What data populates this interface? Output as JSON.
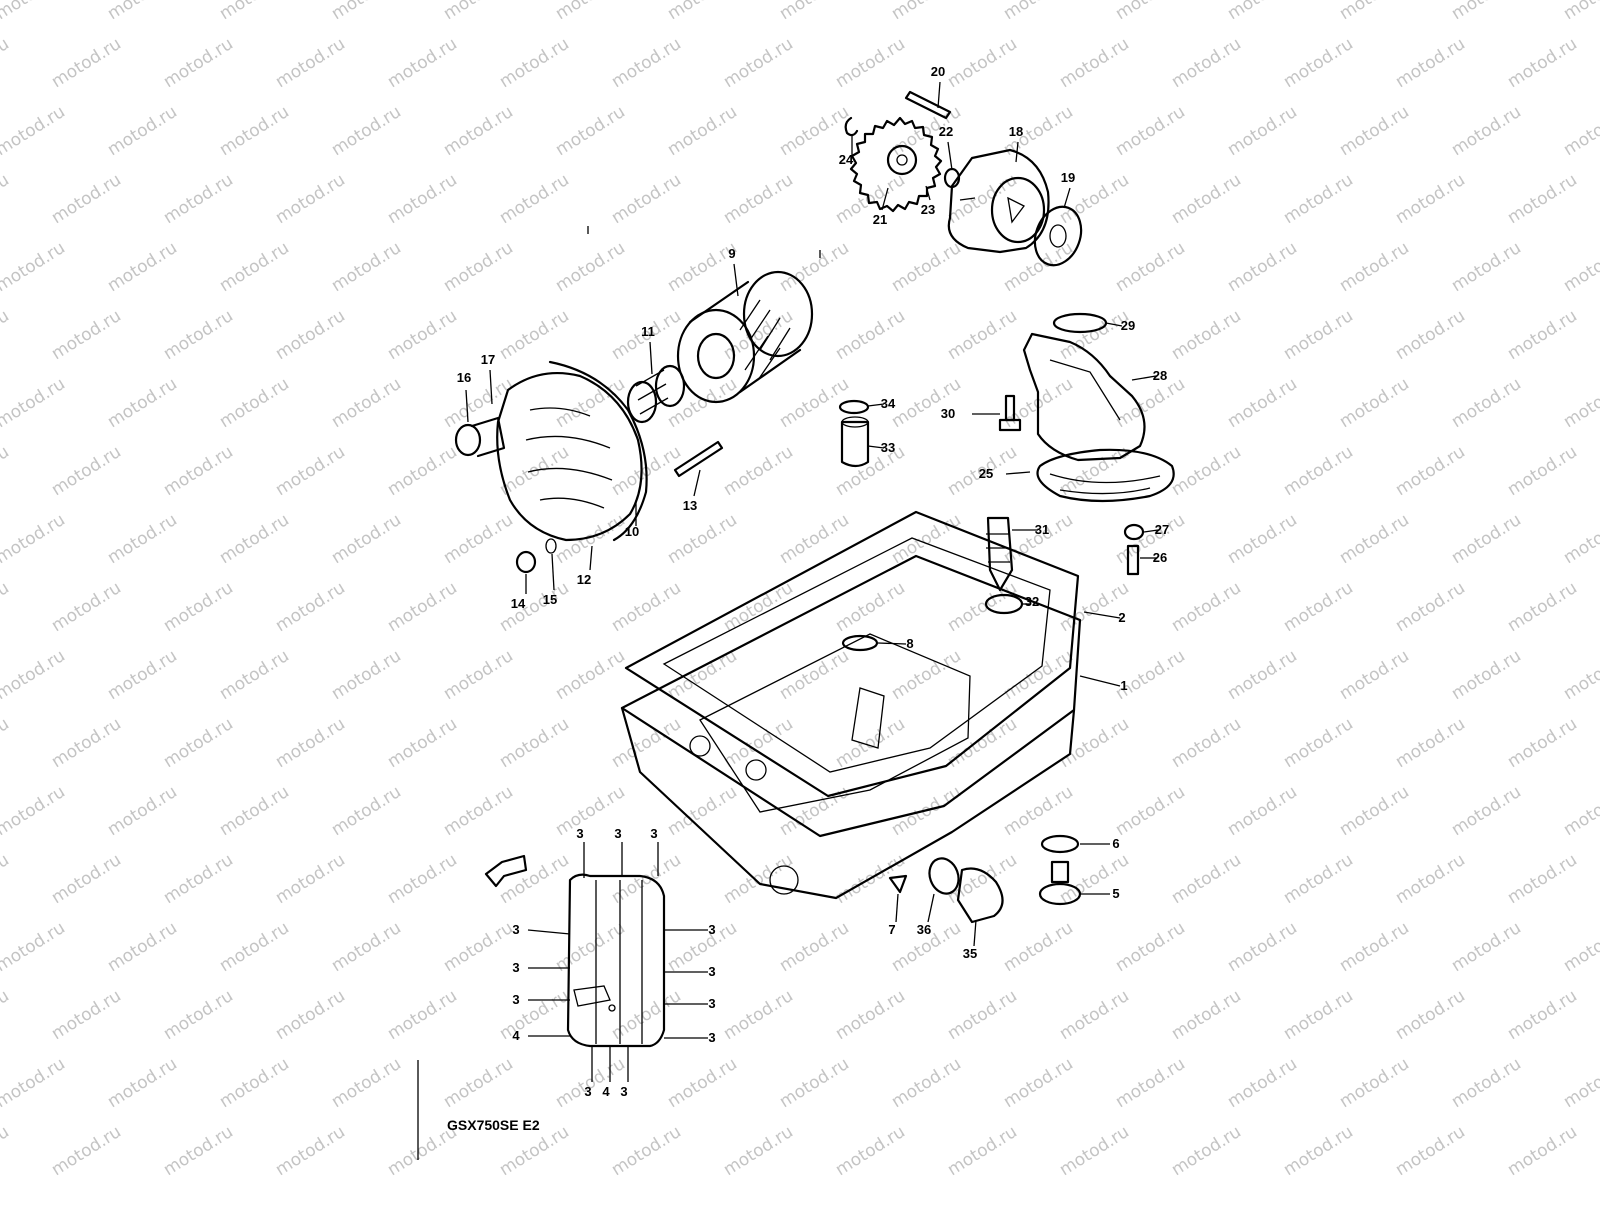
{
  "watermark": {
    "text": "motod.ru",
    "color": "#c4c4c4"
  },
  "diagram": {
    "model_code": "GSX750SE E2",
    "callouts": [
      {
        "id": "c20",
        "label": "20"
      },
      {
        "id": "c22",
        "label": "22"
      },
      {
        "id": "c18",
        "label": "18"
      },
      {
        "id": "c24",
        "label": "24"
      },
      {
        "id": "c19",
        "label": "19"
      },
      {
        "id": "c21",
        "label": "21"
      },
      {
        "id": "c23",
        "label": "23"
      },
      {
        "id": "c9",
        "label": "9"
      },
      {
        "id": "c29",
        "label": "29"
      },
      {
        "id": "c11",
        "label": "11"
      },
      {
        "id": "c17",
        "label": "17"
      },
      {
        "id": "c16",
        "label": "16"
      },
      {
        "id": "c28",
        "label": "28"
      },
      {
        "id": "c34",
        "label": "34"
      },
      {
        "id": "c30",
        "label": "30"
      },
      {
        "id": "c33",
        "label": "33"
      },
      {
        "id": "c25",
        "label": "25"
      },
      {
        "id": "c13",
        "label": "13"
      },
      {
        "id": "c10",
        "label": "10"
      },
      {
        "id": "c31",
        "label": "31"
      },
      {
        "id": "c27",
        "label": "27"
      },
      {
        "id": "c12",
        "label": "12"
      },
      {
        "id": "c26",
        "label": "26"
      },
      {
        "id": "c14",
        "label": "14"
      },
      {
        "id": "c15",
        "label": "15"
      },
      {
        "id": "c32",
        "label": "32"
      },
      {
        "id": "c2",
        "label": "2"
      },
      {
        "id": "c8",
        "label": "8"
      },
      {
        "id": "c1",
        "label": "1"
      },
      {
        "id": "c6",
        "label": "6"
      },
      {
        "id": "c5",
        "label": "5"
      },
      {
        "id": "c7",
        "label": "7"
      },
      {
        "id": "c36",
        "label": "36"
      },
      {
        "id": "c35",
        "label": "35"
      },
      {
        "id": "b1",
        "label": "3"
      },
      {
        "id": "b2",
        "label": "3"
      },
      {
        "id": "b3",
        "label": "3"
      },
      {
        "id": "b4",
        "label": "3"
      },
      {
        "id": "b5",
        "label": "3"
      },
      {
        "id": "b6",
        "label": "3"
      },
      {
        "id": "b7",
        "label": "3"
      },
      {
        "id": "b8",
        "label": "3"
      },
      {
        "id": "b9",
        "label": "3"
      },
      {
        "id": "b10",
        "label": "4"
      },
      {
        "id": "b11",
        "label": "3"
      },
      {
        "id": "b12",
        "label": "3"
      },
      {
        "id": "b13",
        "label": "4"
      },
      {
        "id": "b14",
        "label": "3"
      }
    ]
  }
}
